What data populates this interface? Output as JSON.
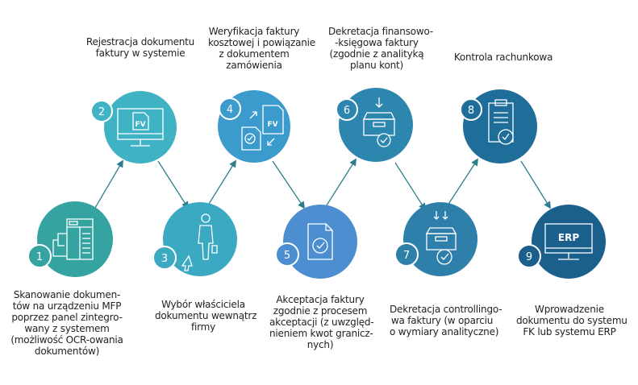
{
  "colors": {
    "arrow": "#2e7d8c",
    "badge": "#ffffff",
    "icon_line": "#ffffff"
  },
  "steps": [
    {
      "number": "1",
      "icon": "mfp-printer-icon",
      "color": "#35a3a0",
      "label": "Skanowanie dokumen-\ntów na urządzeniu MFP\npoprzez panel zintegro-\nwany z systemem\n(możliwość OCR-owania\ndokumentów)"
    },
    {
      "number": "2",
      "icon": "monitor-fv-icon",
      "color": "#3fb3c4",
      "label": "Rejestracja  dokumentu\nfaktury w systemie"
    },
    {
      "number": "3",
      "icon": "person-cursor-icon",
      "color": "#3aa9c1",
      "label": "Wybór właściciela\ndokumentu wewnątrz\nfirmy"
    },
    {
      "number": "4",
      "icon": "document-exchange-fv-icon",
      "color": "#3b9bcd",
      "label": "Weryfikacja faktury\nkosztowej i powiązanie\nz dokumentem\nzamówienia"
    },
    {
      "number": "5",
      "icon": "document-check-icon",
      "color": "#4d8ed0",
      "label": "Akceptacja faktury\nzgodnie z procesem\nakceptacji (z uwzględ-\nnieniem kwot granicz-\nnych)"
    },
    {
      "number": "6",
      "icon": "tray-arrow-check-icon",
      "color": "#2d86ae",
      "label": "Dekretacja finansowo-\n-księgowa faktury\n(zgodnie z analityką\nplanu kont)"
    },
    {
      "number": "7",
      "icon": "tray-arrows-check-icon",
      "color": "#2f7fab",
      "label": "Dekretacja controllingo-\nwa faktury (w oparciu\no wymiary analityczne)"
    },
    {
      "number": "8",
      "icon": "clipboard-check-icon",
      "color": "#1f6e9a",
      "label": "Kontrola rachunkowa"
    },
    {
      "number": "9",
      "icon": "monitor-erp-icon",
      "color": "#1b5f8c",
      "label": "Wprowadzenie\ndokumentu do systemu\nFK  lub systemu ERP"
    }
  ],
  "icon_texts": {
    "fv": "FV",
    "erp": "ERP"
  }
}
